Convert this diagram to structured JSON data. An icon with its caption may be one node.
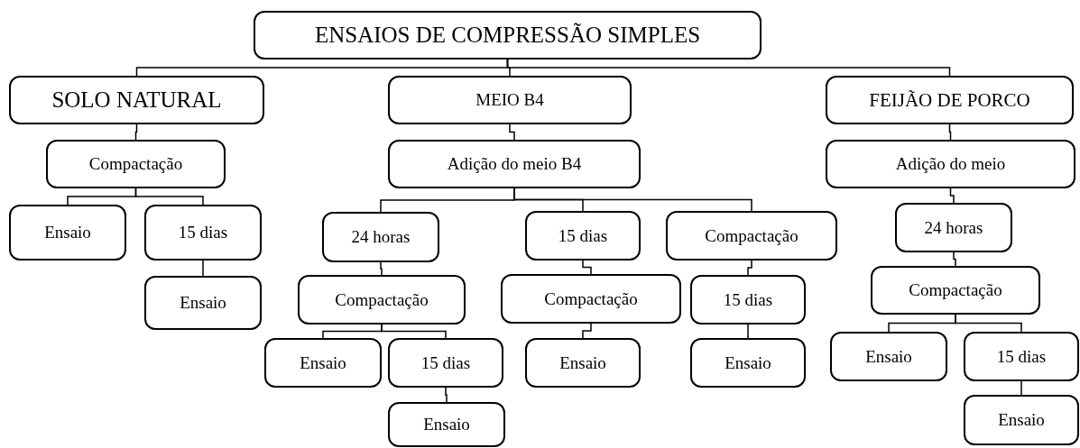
{
  "diagram": {
    "nodes": [
      {
        "text": [
          "ENSAIOS DE COMPRESSÃO SIMPLES"
        ]
      },
      {
        "text": [
          "SOLO NATURAL"
        ]
      },
      {
        "text": [
          "MEIO B4"
        ]
      },
      {
        "text": [
          "FEIJÃO DE PORCO"
        ]
      },
      {
        "text": [
          "Compactação"
        ]
      },
      {
        "text": [
          "Ensaio"
        ]
      },
      {
        "text": [
          "15 dias"
        ]
      },
      {
        "text": [
          "Ensaio"
        ]
      },
      {
        "text": [
          "Adição do meio B4"
        ]
      },
      {
        "text": [
          "24 horas"
        ]
      },
      {
        "text": [
          "15 dias"
        ]
      },
      {
        "text": [
          "Compactação"
        ]
      },
      {
        "text": [
          "Compactação"
        ]
      },
      {
        "text": [
          "Ensaio"
        ]
      },
      {
        "text": [
          "15 dias"
        ]
      },
      {
        "text": [
          "Ensaio"
        ]
      },
      {
        "text": [
          "Compactação"
        ]
      },
      {
        "text": [
          "Ensaio"
        ]
      },
      {
        "text": [
          "15 dias"
        ]
      },
      {
        "text": [
          "Ensaio"
        ]
      },
      {
        "text": [
          "Adição do meio"
        ]
      },
      {
        "text": [
          "24 horas"
        ]
      },
      {
        "text": [
          "Compactação"
        ]
      },
      {
        "text": [
          "Ensaio"
        ]
      },
      {
        "text": [
          "15 dias"
        ]
      },
      {
        "text": [
          "Ensaio"
        ]
      }
    ],
    "edges": [
      {
        "from": 0,
        "to": 1,
        "arrow": "none"
      },
      {
        "from": 0,
        "to": 2,
        "arrow": "none"
      },
      {
        "from": 0,
        "to": 3,
        "arrow": "none"
      },
      {
        "from": 1,
        "to": 4,
        "arrow": "none"
      },
      {
        "from": 4,
        "to": 5,
        "arrow": "none"
      },
      {
        "from": 4,
        "to": 6,
        "arrow": "none"
      },
      {
        "from": 6,
        "to": 7,
        "arrow": "none"
      },
      {
        "from": 2,
        "to": 8,
        "arrow": "none"
      },
      {
        "from": 8,
        "to": 9,
        "arrow": "none"
      },
      {
        "from": 8,
        "to": 10,
        "arrow": "none"
      },
      {
        "from": 8,
        "to": 11,
        "arrow": "none"
      },
      {
        "from": 9,
        "to": 12,
        "arrow": "none"
      },
      {
        "from": 12,
        "to": 13,
        "arrow": "none"
      },
      {
        "from": 12,
        "to": 14,
        "arrow": "none"
      },
      {
        "from": 14,
        "to": 15,
        "arrow": "none"
      },
      {
        "from": 10,
        "to": 16,
        "arrow": "none"
      },
      {
        "from": 16,
        "to": 17,
        "arrow": "none"
      },
      {
        "from": 11,
        "to": 18,
        "arrow": "none"
      },
      {
        "from": 18,
        "to": 19,
        "arrow": "none"
      },
      {
        "from": 3,
        "to": 20,
        "arrow": "none"
      },
      {
        "from": 20,
        "to": 21,
        "arrow": "none"
      },
      {
        "from": 21,
        "to": 22,
        "arrow": "none"
      },
      {
        "from": 22,
        "to": 23,
        "arrow": "none"
      },
      {
        "from": 22,
        "to": 24,
        "arrow": "none"
      },
      {
        "from": 24,
        "to": 25,
        "arrow": "none"
      }
    ]
  }
}
